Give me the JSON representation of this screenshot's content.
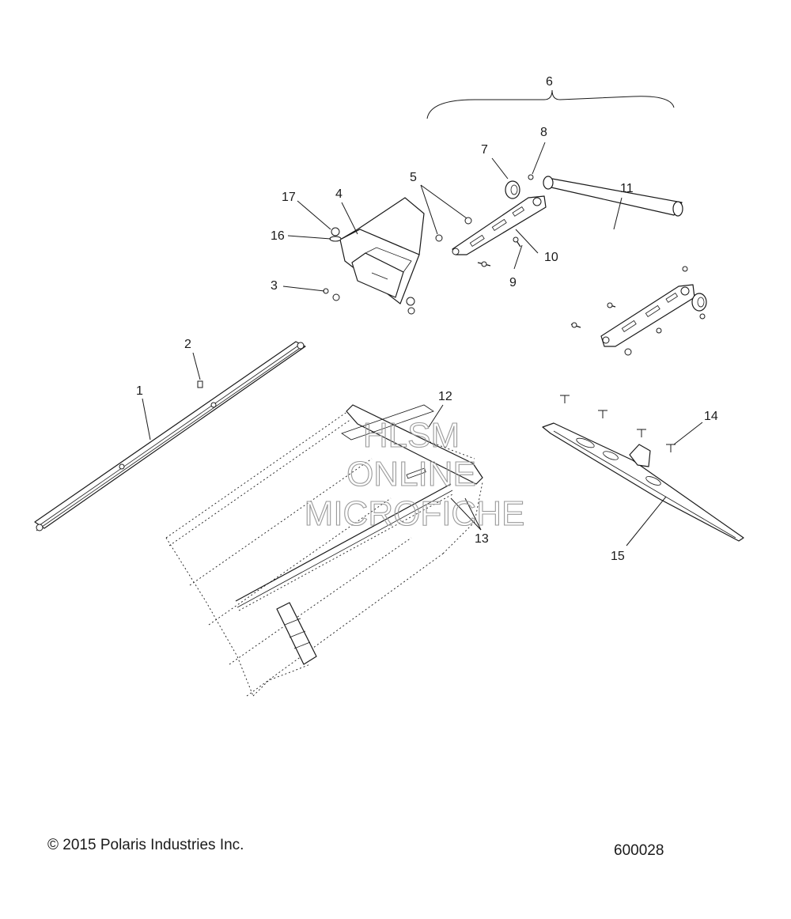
{
  "callouts": [
    "1",
    "2",
    "3",
    "4",
    "5",
    "6",
    "7",
    "8",
    "9",
    "10",
    "11",
    "12",
    "13",
    "14",
    "15",
    "16",
    "17"
  ],
  "watermark": [
    "HLSM",
    "ONLINE",
    "MICROFICHE"
  ],
  "footer": {
    "copyright": "© 2015 Polaris Industries Inc.",
    "figure_id": "600028"
  }
}
